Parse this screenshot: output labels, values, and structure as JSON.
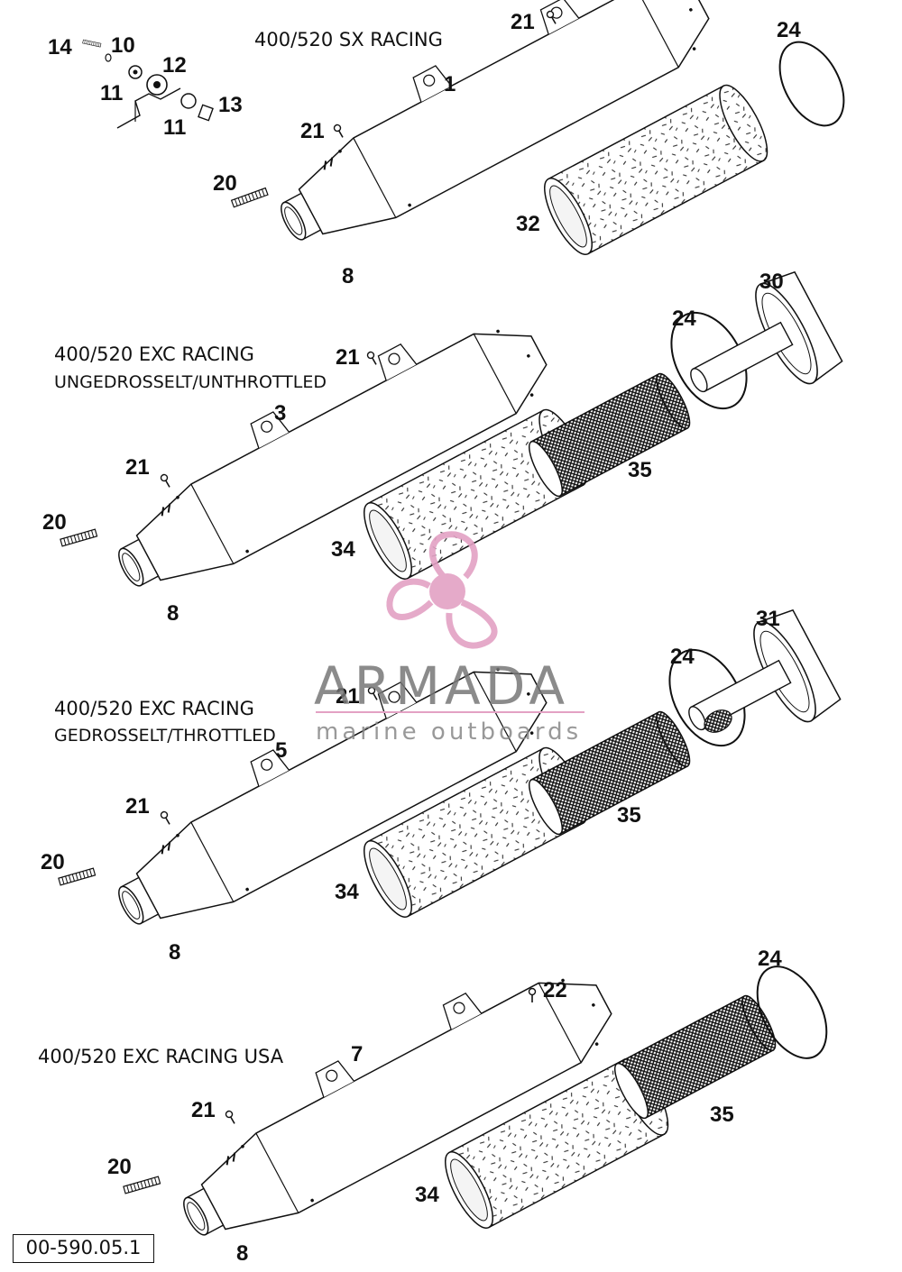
{
  "titles": {
    "sx_racing": "400/520 SX RACING",
    "exc_unthrottled": "400/520 EXC RACING",
    "exc_unthrottled_sub": "UNGEDROSSELT/UNTHROTTLED",
    "exc_throttled": "400/520 EXC RACING",
    "exc_throttled_sub": "GEDROSSELT/THROTTLED",
    "exc_usa": "400/520 EXC RACING USA"
  },
  "part_numbers": {
    "p1": "1",
    "p3": "3",
    "p5": "5",
    "p7": "7",
    "p8": "8",
    "p10": "10",
    "p11": "11",
    "p12": "12",
    "p13": "13",
    "p14": "14",
    "p20": "20",
    "p21": "21",
    "p22": "22",
    "p24": "24",
    "p30": "30",
    "p31": "31",
    "p32": "32",
    "p34": "34",
    "p35": "35"
  },
  "watermark": {
    "brand": "ARMADA",
    "tagline": "marine outboards",
    "colors": {
      "propeller": "#e3a1c4",
      "brand_text": "#777777",
      "rule": "#e3a1c4"
    }
  },
  "drawing_code": "00-590.05.1"
}
